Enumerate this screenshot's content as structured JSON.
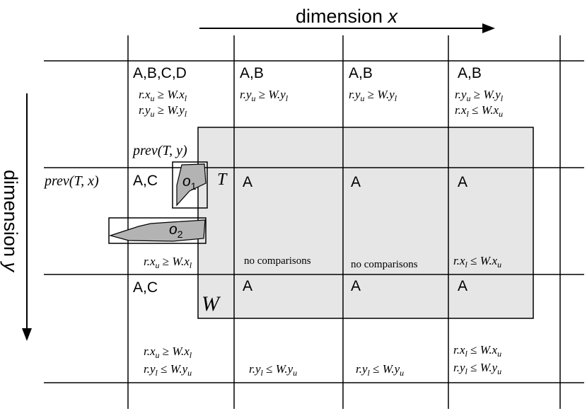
{
  "axes": {
    "x_label_main": "dimension ",
    "x_label_var": "x",
    "y_label_main": "dimension ",
    "y_label_var": "y"
  },
  "labels": {
    "prev_T_y": "prev(T, y)",
    "prev_T_x": "prev(T, x)",
    "T": "T",
    "W": "W",
    "o1": "o",
    "o1_sub": "1",
    "o2": "o",
    "o2_sub": "2"
  },
  "cells": {
    "r0c0_tag": "A,B,C,D",
    "r0c1_tag": "A,B",
    "r0c2_tag": "A,B",
    "r0c3_tag": "A,B",
    "r1c0_tag": "A,C",
    "r1c1_tag": "A",
    "r1c2_tag": "A",
    "r1c3_tag": "A",
    "r2c0_tag": "A,C",
    "r2c1_tag": "A",
    "r2c2_tag": "A",
    "r2c3_tag": "A",
    "no_comparisons_1": "no comparisons",
    "no_comparisons_2": "no comparisons"
  },
  "colors": {
    "window_fill": "#e6e6e6",
    "object_fill": "#b3b3b3",
    "line": "#000000"
  }
}
